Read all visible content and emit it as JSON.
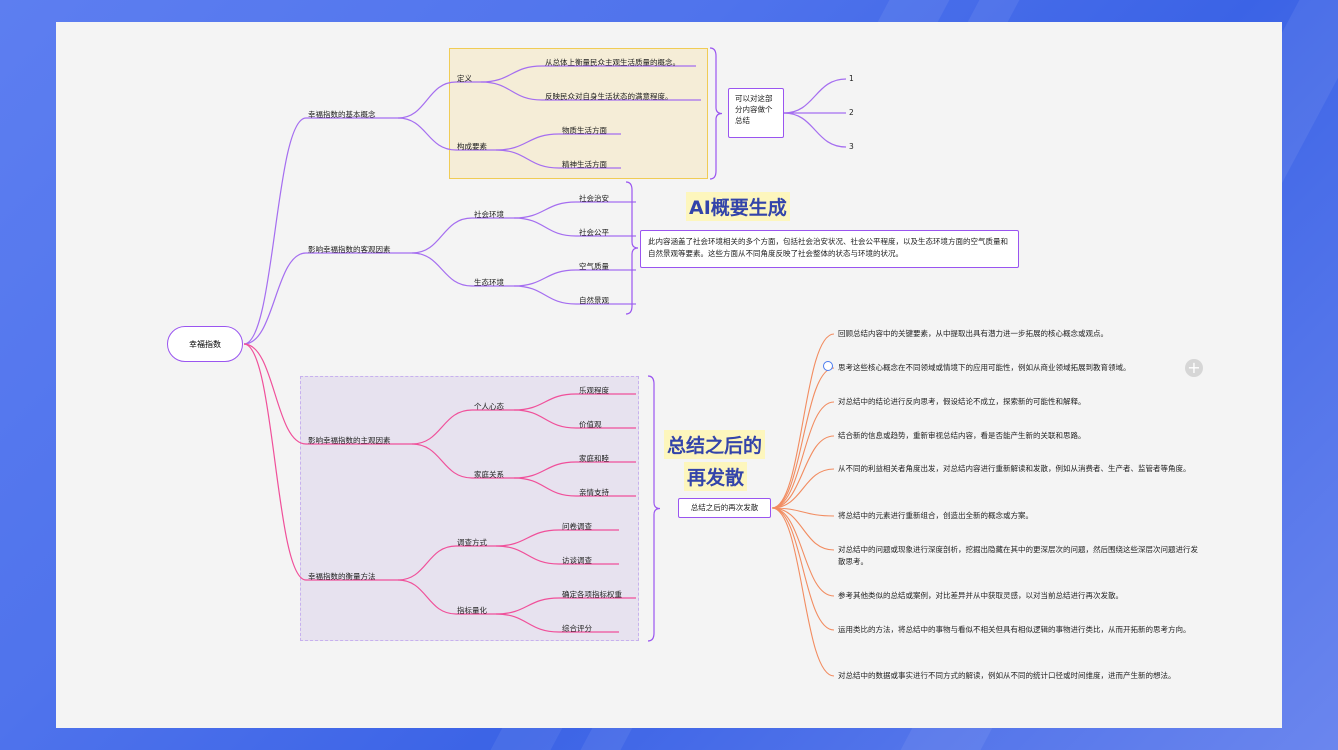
{
  "diagram": {
    "root": "幸福指数",
    "branches": [
      {
        "label": "幸福指数的基本概念",
        "children": [
          {
            "label": "定义",
            "children": [
              "从总体上衡量民众主观生活质量的概念。",
              "反映民众对自身生活状态的满意程度。"
            ]
          },
          {
            "label": "构成要素",
            "children": [
              "物质生活方面",
              "精神生活方面"
            ]
          }
        ]
      },
      {
        "label": "影响幸福指数的客观因素",
        "children": [
          {
            "label": "社会环境",
            "children": [
              "社会治安",
              "社会公平"
            ]
          },
          {
            "label": "生态环境",
            "children": [
              "空气质量",
              "自然景观"
            ]
          }
        ]
      },
      {
        "label": "影响幸福指数的主观因素",
        "children": [
          {
            "label": "个人心态",
            "children": [
              "乐观程度",
              "价值观"
            ]
          },
          {
            "label": "家庭关系",
            "children": [
              "家庭和睦",
              "亲情支持"
            ]
          }
        ]
      },
      {
        "label": "幸福指数的衡量方法",
        "children": [
          {
            "label": "调查方式",
            "children": [
              "问卷调查",
              "访谈调查"
            ]
          },
          {
            "label": "指标量化",
            "children": [
              "确定各项指标权重",
              "综合评分"
            ]
          }
        ]
      }
    ],
    "summary_node": "可以对这部分内容做个总结",
    "summary_children": [
      "1",
      "2",
      "3"
    ],
    "ai_summary_text": "此内容涵盖了社会环境相关的多个方面，包括社会治安状况、社会公平程度，以及生态环境方面的空气质量和自然景观等要素。这些方面从不同角度反映了社会整体的状态与环境的状况。",
    "re_divergence_node": "总结之后的再次发散",
    "re_divergence_items": [
      "回顾总结内容中的关键要素，从中提取出具有潜力进一步拓展的核心概念或观点。",
      "思考这些核心概念在不同领域或情境下的应用可能性，例如从商业领域拓展到教育领域。",
      "对总结中的结论进行反向思考，假设结论不成立，探索新的可能性和解释。",
      "结合新的信息或趋势，重新审视总结内容，看是否能产生新的关联和思路。",
      "从不同的利益相关者角度出发，对总结内容进行重新解读和发散，例如从消费者、生产者、监管者等角度。",
      "将总结中的元素进行重新组合，创造出全新的概念或方案。",
      "对总结中的问题或现象进行深度剖析，挖掘出隐藏在其中的更深层次的问题，然后围绕这些深层次问题进行发散思考。",
      "参考其他类似的总结或案例，对比差异并从中获取灵感，以对当前总结进行再次发散。",
      "运用类比的方法，将总结中的事物与看似不相关但具有相似逻辑的事物进行类比，从而开拓新的思考方向。",
      "对总结中的数据或事实进行不同方式的解读，例如从不同的统计口径或时间维度，进而产生新的想法。"
    ]
  },
  "annotations": {
    "ai_summary_title": "AI概要生成",
    "re_divergence_title_line1": "总结之后的",
    "re_divergence_title_line2": "再发散",
    "add_button_label": "+"
  },
  "colors": {
    "purple": "#a56ef0",
    "pink": "#f0509a",
    "orange": "#f28c60",
    "yellow_box_fill": "#f5edd7",
    "yellow_box_border": "#f0cc55",
    "lavender_box_fill": "#e7e2ef",
    "lavender_box_border": "#c7b1ee",
    "node_border": "#9a55f0",
    "highlight_fill": "#fdf6bd",
    "highlight_text": "#3344aa"
  }
}
